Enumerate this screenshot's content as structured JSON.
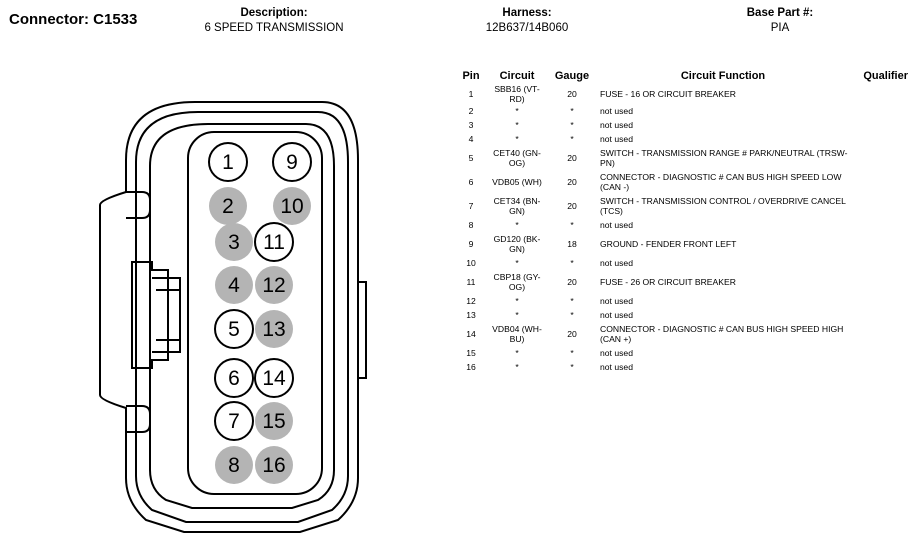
{
  "header": {
    "connector_title": "Connector: C1533",
    "description_label": "Description:",
    "description_value": "6 SPEED TRANSMISSION",
    "harness_label": "Harness:",
    "harness_value": "12B637/14B060",
    "base_part_label": "Base Part #:",
    "base_part_value": "PIA"
  },
  "table": {
    "headers": [
      "Pin",
      "Circuit",
      "Gauge",
      "Circuit Function",
      "Qualifier"
    ],
    "rows": [
      {
        "pin": "1",
        "circuit": "SBB16 (VT-RD)",
        "gauge": "20",
        "function": "FUSE - 16 OR CIRCUIT BREAKER",
        "qualifier": ""
      },
      {
        "pin": "2",
        "circuit": "*",
        "gauge": "*",
        "function": "not used",
        "qualifier": ""
      },
      {
        "pin": "3",
        "circuit": "*",
        "gauge": "*",
        "function": "not used",
        "qualifier": ""
      },
      {
        "pin": "4",
        "circuit": "*",
        "gauge": "*",
        "function": "not used",
        "qualifier": ""
      },
      {
        "pin": "5",
        "circuit": "CET40 (GN-OG)",
        "gauge": "20",
        "function": "SWITCH - TRANSMISSION RANGE # PARK/NEUTRAL (TRSW-PN)",
        "qualifier": ""
      },
      {
        "pin": "6",
        "circuit": "VDB05 (WH)",
        "gauge": "20",
        "function": "CONNECTOR - DIAGNOSTIC # CAN BUS HIGH SPEED LOW (CAN -)",
        "qualifier": ""
      },
      {
        "pin": "7",
        "circuit": "CET34 (BN-GN)",
        "gauge": "20",
        "function": "SWITCH - TRANSMISSION CONTROL / OVERDRIVE CANCEL (TCS)",
        "qualifier": ""
      },
      {
        "pin": "8",
        "circuit": "*",
        "gauge": "*",
        "function": "not used",
        "qualifier": ""
      },
      {
        "pin": "9",
        "circuit": "GD120 (BK-GN)",
        "gauge": "18",
        "function": "GROUND - FENDER FRONT LEFT",
        "qualifier": ""
      },
      {
        "pin": "10",
        "circuit": "*",
        "gauge": "*",
        "function": "not used",
        "qualifier": ""
      },
      {
        "pin": "11",
        "circuit": "CBP18 (GY-OG)",
        "gauge": "20",
        "function": "FUSE - 26 OR CIRCUIT BREAKER",
        "qualifier": ""
      },
      {
        "pin": "12",
        "circuit": "*",
        "gauge": "*",
        "function": "not used",
        "qualifier": ""
      },
      {
        "pin": "13",
        "circuit": "*",
        "gauge": "*",
        "function": "not used",
        "qualifier": ""
      },
      {
        "pin": "14",
        "circuit": "VDB04 (WH-BU)",
        "gauge": "20",
        "function": "CONNECTOR - DIAGNOSTIC # CAN BUS HIGH SPEED HIGH (CAN +)",
        "qualifier": ""
      },
      {
        "pin": "15",
        "circuit": "*",
        "gauge": "*",
        "function": "not used",
        "qualifier": ""
      },
      {
        "pin": "16",
        "circuit": "*",
        "gauge": "*",
        "function": "not used",
        "qualifier": ""
      }
    ]
  },
  "connector_pins": [
    {
      "label": "1",
      "used": true
    },
    {
      "label": "9",
      "used": true
    },
    {
      "label": "2",
      "used": false
    },
    {
      "label": "10",
      "used": false
    },
    {
      "label": "3",
      "used": false
    },
    {
      "label": "11",
      "used": true
    },
    {
      "label": "4",
      "used": false
    },
    {
      "label": "12",
      "used": false
    },
    {
      "label": "5",
      "used": true
    },
    {
      "label": "13",
      "used": false
    },
    {
      "label": "6",
      "used": true
    },
    {
      "label": "14",
      "used": true
    },
    {
      "label": "7",
      "used": true
    },
    {
      "label": "15",
      "used": false
    },
    {
      "label": "8",
      "used": false
    },
    {
      "label": "16",
      "used": false
    }
  ],
  "colors": {
    "used_pin_fill": "#ffffff",
    "unused_pin_fill": "#b4b4b4",
    "outline": "#000000"
  }
}
